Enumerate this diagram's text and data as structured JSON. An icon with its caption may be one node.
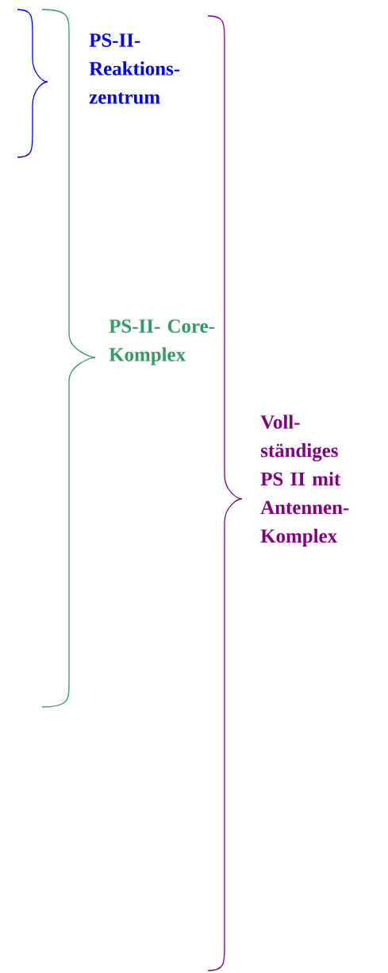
{
  "diagram": {
    "labels": [
      "PS-II- Reaktions- zentrum",
      "PS-II- Core- Komplex",
      "Voll- ständiges PS II mit Antennen- Komplex"
    ]
  }
}
